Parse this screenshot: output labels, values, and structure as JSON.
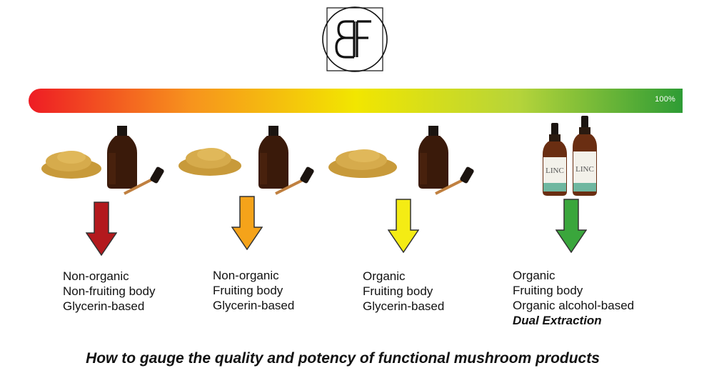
{
  "brand": {
    "monogram": "BF"
  },
  "scale": {
    "end_label": "100%",
    "fraction": 1.0,
    "colors": [
      "#ee1c24",
      "#f7941d",
      "#f2e600",
      "#b5d43a",
      "#2e9c35"
    ]
  },
  "tiers": [
    {
      "arrow_color": "#b3191d",
      "lines": [
        "Non-organic",
        "Non-fruiting body",
        "Glycerin-based"
      ],
      "emphasis": ""
    },
    {
      "arrow_color": "#f5a31a",
      "lines": [
        "Non-organic",
        "Fruiting body",
        "Glycerin-based"
      ],
      "emphasis": ""
    },
    {
      "arrow_color": "#f4ec14",
      "lines": [
        "Organic",
        "Fruiting body",
        "Glycerin-based"
      ],
      "emphasis": ""
    },
    {
      "arrow_color": "#3aa63c",
      "lines": [
        "Organic",
        "Fruiting body",
        "Organic alcohol-based"
      ],
      "emphasis": "Dual Extraction",
      "product_label": "LINC"
    }
  ],
  "caption": "How to gauge the quality and potency of functional mushroom products"
}
